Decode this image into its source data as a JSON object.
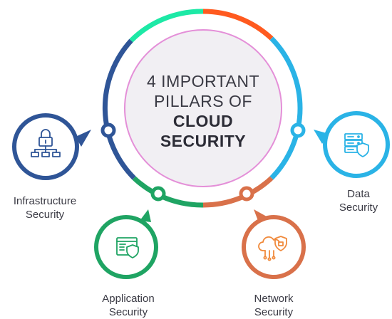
{
  "title": {
    "line1": "4 IMPORTANT",
    "line2": "PILLARS OF",
    "line3": "CLOUD",
    "line4": "SECURITY"
  },
  "pillars": [
    {
      "id": "infrastructure",
      "line1": "Infrastructure",
      "line2": "Security",
      "color": "#2f5597",
      "icon": "network-lock-icon"
    },
    {
      "id": "application",
      "line1": "Application",
      "line2": "Security",
      "color": "#1fa463",
      "icon": "browser-shield-icon"
    },
    {
      "id": "network",
      "line1": "Network",
      "line2": "Security",
      "color": "#d9714a",
      "icon": "cloud-shield-icon"
    },
    {
      "id": "data",
      "line1": "Data",
      "line2": "Security",
      "color": "#2ab3e6",
      "icon": "server-shield-icon"
    }
  ],
  "colors": {
    "ring_top_green": "#1de9a6",
    "ring_top_orange": "#ff5a1f",
    "center_fill": "#f1eff3",
    "center_border": "#e48fd8"
  }
}
